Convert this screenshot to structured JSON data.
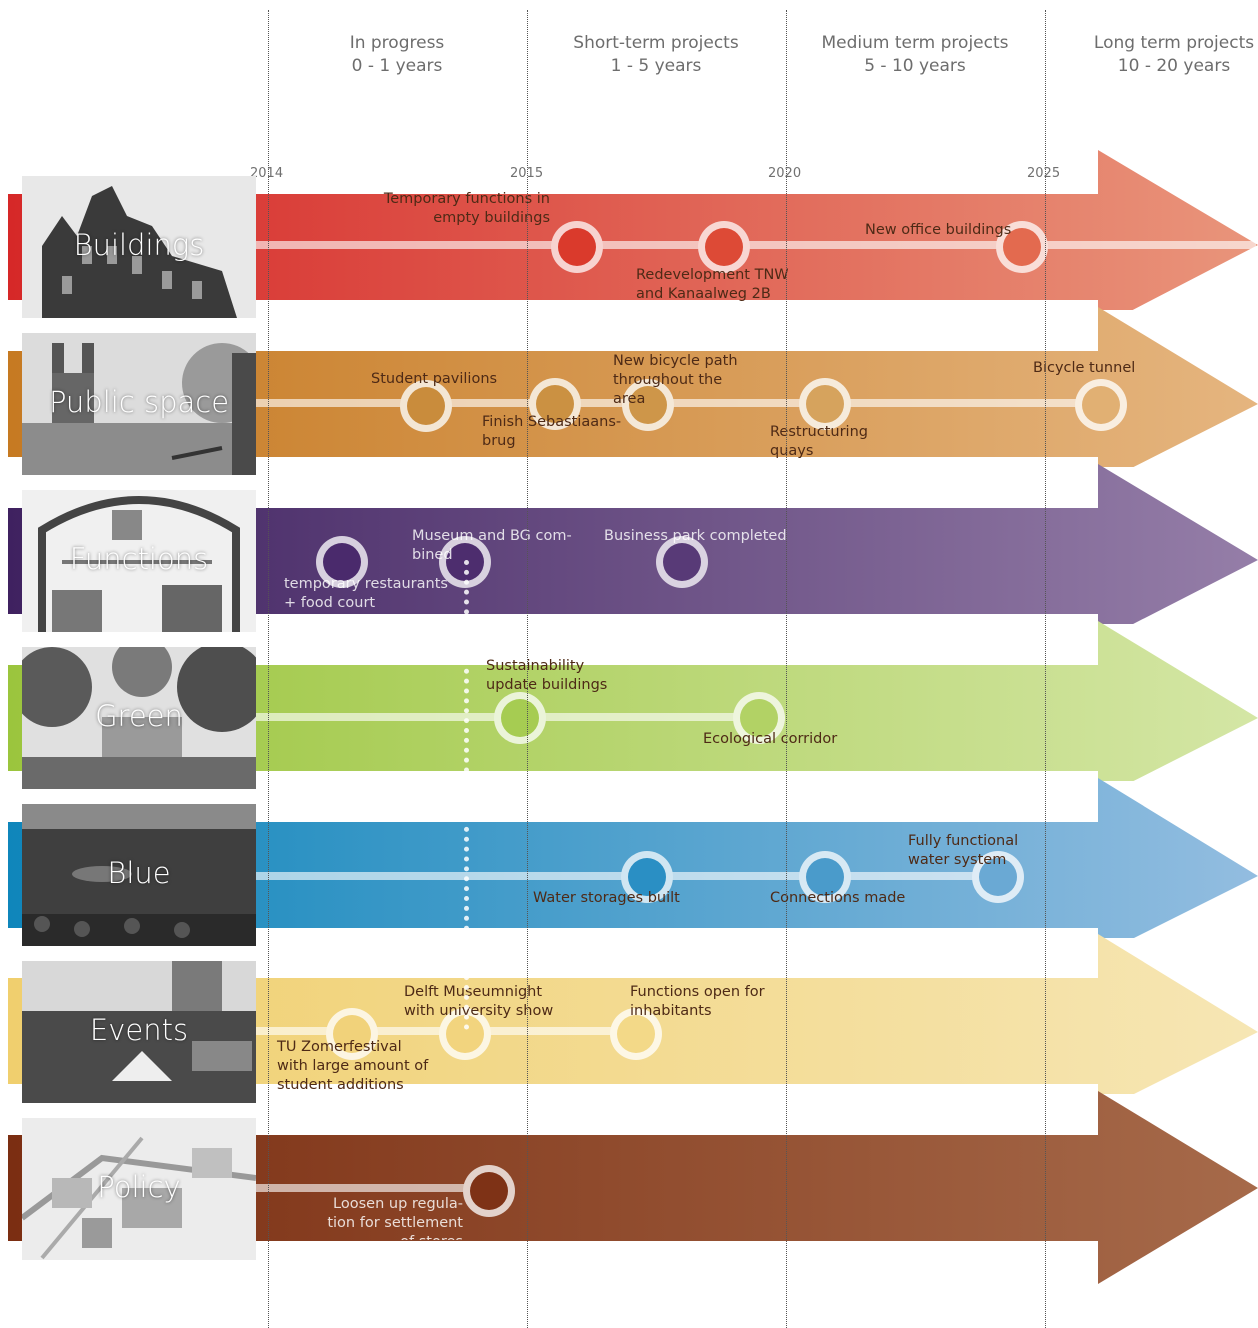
{
  "phases": [
    {
      "title": "In progress",
      "range": "0 - 1 years"
    },
    {
      "title": "Short-term projects",
      "range": "1 - 5 years"
    },
    {
      "title": "Medium term projects",
      "range": "5 - 10 years"
    },
    {
      "title": "Long term projects",
      "range": "10 - 20 years"
    }
  ],
  "years": [
    "2014",
    "2015",
    "2020",
    "2025"
  ],
  "themes": [
    {
      "name": "Buildings",
      "color_start": "#d62828",
      "color_end": "#e9957b",
      "milestones": [
        {
          "label": "Temporary functions in\nempty buildings"
        },
        {
          "label": "Redevelopment TNW\nand Kanaalweg 2B"
        },
        {
          "label": "New office buildings"
        }
      ]
    },
    {
      "name": "Public space",
      "color_start": "#c67a22",
      "color_end": "#e5b57f",
      "milestones": [
        {
          "label": "Student pavilions"
        },
        {
          "label": "Finish Sebastiaans-\nbrug"
        },
        {
          "label": "New bicycle path\nthroughout the\narea"
        },
        {
          "label": "Restructuring\nquays"
        },
        {
          "label": "Bicycle tunnel"
        }
      ]
    },
    {
      "name": "Functions",
      "color_start": "#3f2160",
      "color_end": "#957ea8",
      "milestones": [
        {
          "label": "temporary restaurants\n+ food court"
        },
        {
          "label": "Museum and BG com-\nbined"
        },
        {
          "label": "Business park completed"
        }
      ]
    },
    {
      "name": "Green",
      "color_start": "#9bc53d",
      "color_end": "#d4e6a5",
      "milestones": [
        {
          "label": "Sustainability\nupdate buildings"
        },
        {
          "label": "Ecological corridor"
        }
      ]
    },
    {
      "name": "Blue",
      "color_start": "#0f86bb",
      "color_end": "#93bde0",
      "milestones": [
        {
          "label": "Water storages built"
        },
        {
          "label": "Connections made"
        },
        {
          "label": "Fully functional\nwater system"
        }
      ]
    },
    {
      "name": "Events",
      "color_start": "#f0cf6e",
      "color_end": "#f6e6b4",
      "milestones": [
        {
          "label": "TU Zomerfestival\nwith large amount of\nstudent additions"
        },
        {
          "label": "Delft Museumnight\nwith university show"
        },
        {
          "label": "Functions open for\ninhabitants"
        }
      ]
    },
    {
      "name": "Policy",
      "color_start": "#7b2e12",
      "color_end": "#a66a4a",
      "milestones": [
        {
          "label": "Loosen up regula-\ntion for settlement\nof stores"
        }
      ]
    }
  ]
}
